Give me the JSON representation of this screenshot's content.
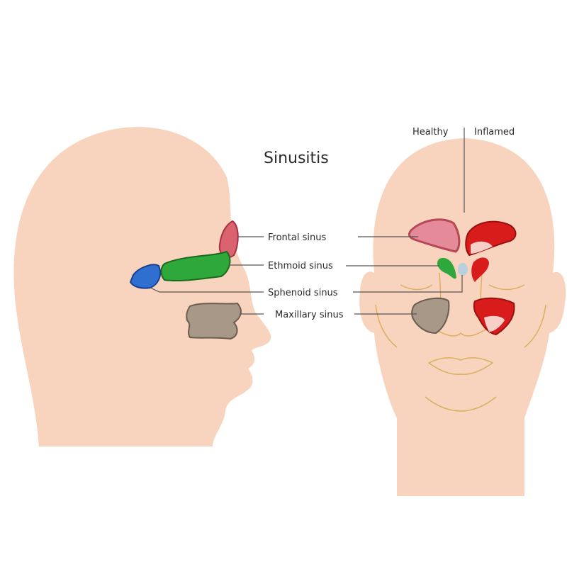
{
  "title": "Sinusitis",
  "column_labels": {
    "healthy": "Healthy",
    "inflamed": "Inflamed"
  },
  "labels": {
    "frontal": "Frontal sinus",
    "ethmoid": "Ethmoid sinus",
    "sphenoid": "Sphenoid sinus",
    "maxillary": "Maxillary sinus"
  },
  "colors": {
    "skin": "#f8d4be",
    "frontal": "#d9636f",
    "ethmoid": "#2ea83a",
    "sphenoid": "#2f6fd0",
    "maxillary": "#a89888",
    "inflamed": "#d81c1c",
    "line": "#555555"
  }
}
